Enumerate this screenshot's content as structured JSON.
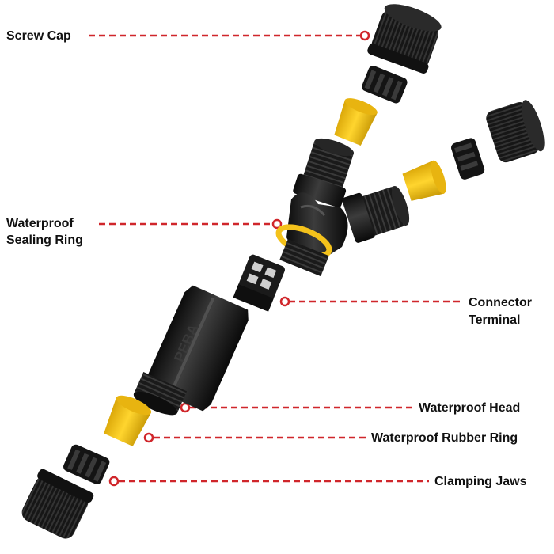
{
  "colors": {
    "leader_line": "#d0262b",
    "part_black": "#161616",
    "part_edge": "#3a3a3a",
    "part_highlight": "#5a5a5a",
    "seal_yellow": "#f4c21b",
    "seal_yellow_dark": "#c99a06",
    "text": "#111111"
  },
  "labels": {
    "screw_cap": "Screw Cap",
    "sealing_ring_line1": "Waterproof",
    "sealing_ring_line2": "Sealing Ring",
    "connector_terminal_line1": "Connector",
    "connector_terminal_line2": "Terminal",
    "waterproof_head": "Waterproof Head",
    "rubber_ring": "Waterproof Rubber Ring",
    "clamping_jaws": "Clamping Jaws"
  },
  "housing_marking": "PEBA"
}
